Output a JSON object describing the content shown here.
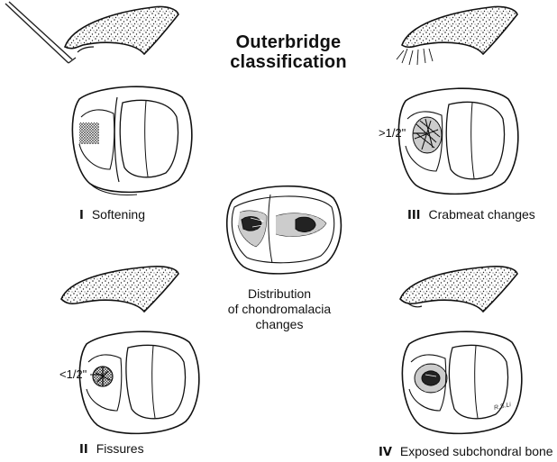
{
  "title": {
    "line1": "Outerbridge",
    "line2": "classification"
  },
  "grades": [
    {
      "numeral": "I",
      "description": "Softening"
    },
    {
      "numeral": "II",
      "description": "Fissures"
    },
    {
      "numeral": "III",
      "description": "Crabmeat changes"
    },
    {
      "numeral": "IV",
      "description": "Exposed subchondral bone"
    }
  ],
  "measurements": {
    "fissure": "<1/2\"",
    "crabmeat": ">1/2\""
  },
  "center_caption": {
    "line1": "Distribution",
    "line2": "of chondromalacia",
    "line3": "changes"
  },
  "artist_signature": "R.S.Li"
}
